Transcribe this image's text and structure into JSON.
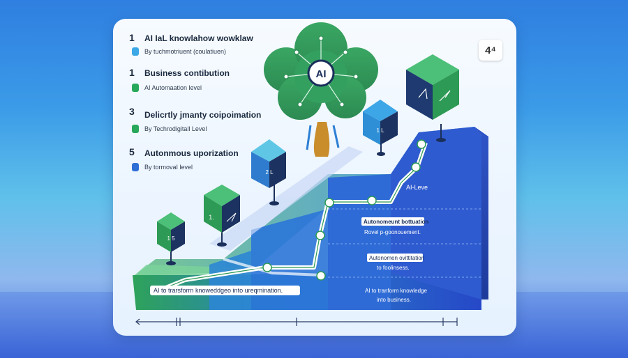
{
  "list": [
    {
      "num": "1",
      "title": "AI IaL knowlahow wowklaw",
      "sub": "By tuchmotriuent (coulatiuen)",
      "color": "#3da8e6"
    },
    {
      "num": "1",
      "title": "Business contibution",
      "sub": "AI Automaation level",
      "color": "#27a85a"
    },
    {
      "num": "3",
      "title": "Delicrtly jmanty coipoimation",
      "sub": "By Techrodigitall Level",
      "color": "#27a85a"
    },
    {
      "num": "5",
      "title": "Autonmous uporization",
      "sub": "By tormovaI level",
      "color": "#2f6fd6"
    }
  ],
  "badge": "4⁴",
  "tree": {
    "center": "AI"
  },
  "cubes": [
    {
      "label": "1  5"
    },
    {
      "label": "1."
    },
    {
      "label": "2  L"
    },
    {
      "label": "1  L"
    },
    {
      "label": ""
    }
  ],
  "steps": {
    "level1": "AI-Leve",
    "level2_title": "Autonomeunt bottuation",
    "level2_sub": "Rovel p-goonouement.",
    "level3_title": "Autonomen ovittitation",
    "level3_sub": "to foolinsess.",
    "level4_title": "AI to tranform knowledge",
    "level4_sub": "into business."
  },
  "banner": "AI to trarsforrn knoweddgeo into ureqmination.",
  "colors": {
    "green": "#2a9a4e",
    "blue": "#2d63d4",
    "navy": "#1a2f5a",
    "path": "#ffffff"
  }
}
